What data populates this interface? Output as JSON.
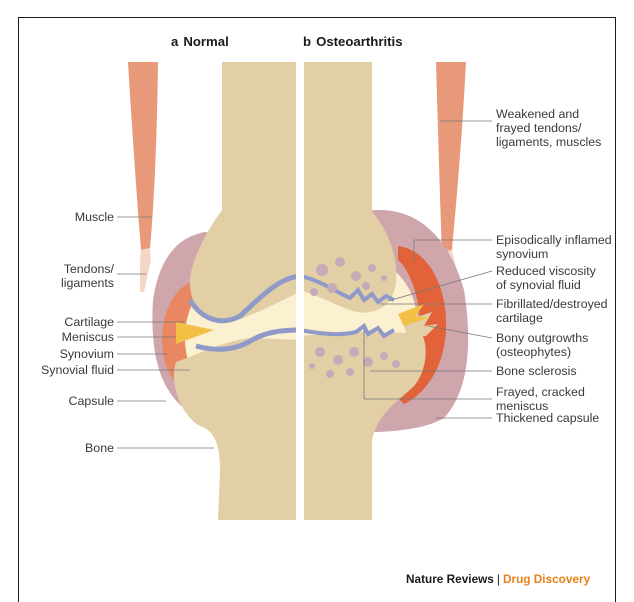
{
  "panels": {
    "a": {
      "letter": "a",
      "title": "Normal"
    },
    "b": {
      "letter": "b",
      "title": "Osteoarthritis"
    }
  },
  "labels_left": {
    "muscle": "Muscle",
    "tendons": "Tendons/\nligaments",
    "cartilage": "Cartilage",
    "meniscus": "Meniscus",
    "synovium": "Synovium",
    "synovial_fluid": "Synovial fluid",
    "capsule": "Capsule",
    "bone": "Bone"
  },
  "labels_right": {
    "weakened": "Weakened and\nfrayed tendons/\nligaments, muscles",
    "inflamed": "Episodically inflamed\nsynovium",
    "viscosity": "Reduced viscosity\nof synovial fluid",
    "fibrillated": "Fibrillated/destroyed\ncartilage",
    "outgrowths": "Bony outgrowths\n(osteophytes)",
    "sclerosis": "Bone sclerosis",
    "frayed": "Frayed, cracked\nmeniscus",
    "thickened": "Thickened capsule"
  },
  "credit": {
    "journal": "Nature Reviews",
    "separator": "|",
    "section": "Drug Discovery"
  },
  "colors": {
    "bone": "#e3cfa6",
    "cartilage_line": "#8f9ac8",
    "fluid": "#fbf0cf",
    "capsule": "#cfa6ac",
    "synovium_inflamed": "#e2623a",
    "meniscus": "#f3c046",
    "muscle": "#e8997a",
    "sclerosis_dots": "#c6aab8",
    "brand": "#e8801a"
  }
}
